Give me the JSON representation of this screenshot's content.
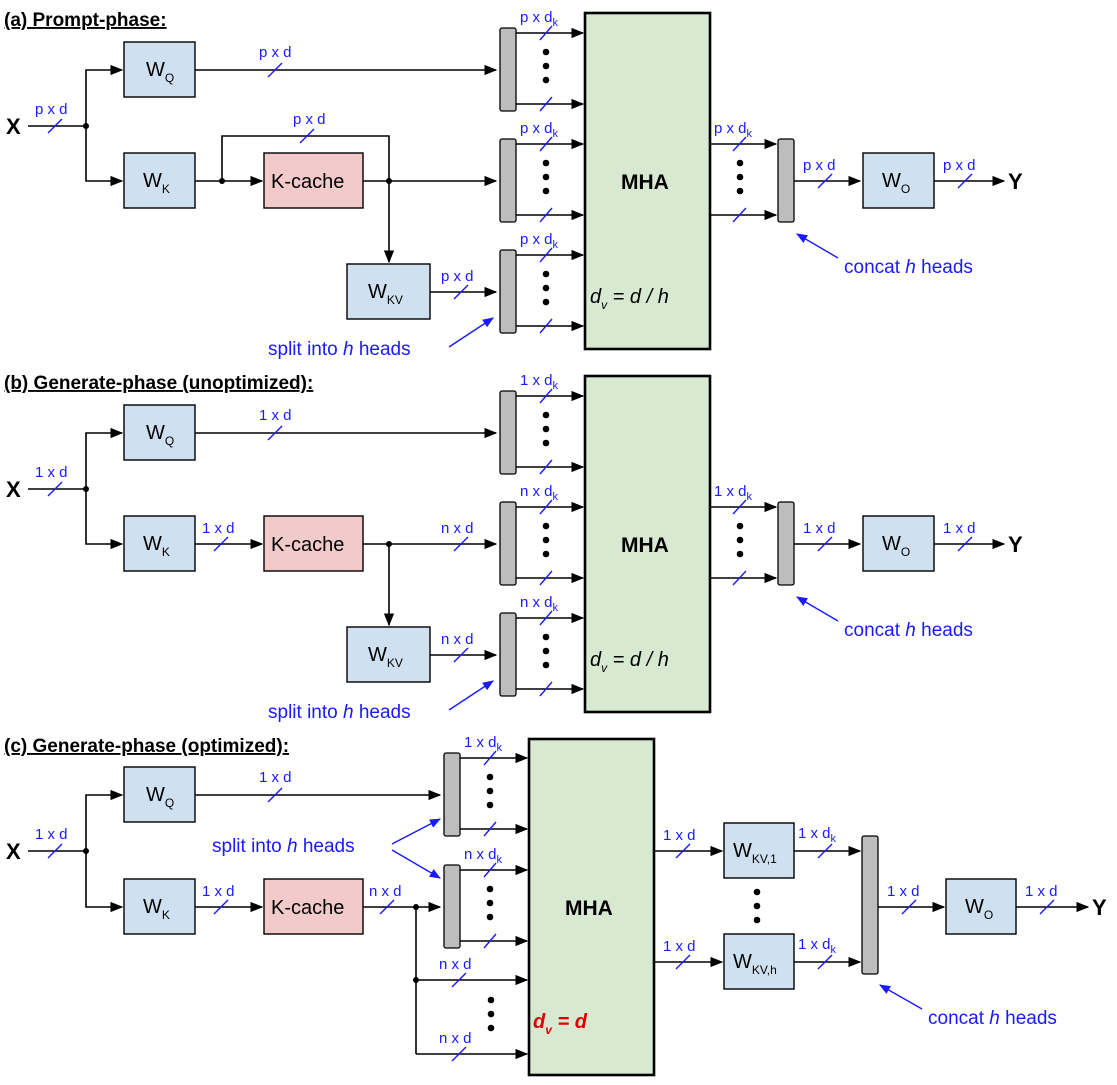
{
  "sections": {
    "a": "(a) Prompt-phase:",
    "b": "(b) Generate-phase (unoptimized):",
    "c": "(c) Generate-phase (optimized):"
  },
  "io": {
    "x": "X",
    "y": "Y"
  },
  "blocks": {
    "w": "W",
    "q": "Q",
    "k": "K",
    "kv": "KV",
    "o": "O",
    "kv1": "KV,1",
    "kvh": "KV,h",
    "kcache": "K-cache",
    "mha": "MHA"
  },
  "dims": {
    "pxd": "p x d",
    "pxdk": "p x d",
    "k": "k",
    "onexd": "1 x d",
    "onexdk": "1 x d",
    "nxd": "n x d",
    "nxdk": "n x d"
  },
  "notes": {
    "concat_pre": "concat ",
    "concat_h": "h",
    "concat_post": " heads",
    "split_pre": "split into ",
    "split_h": "h",
    "split_post": " heads"
  },
  "dv": {
    "d": "d",
    "v": "v",
    "eq_dh": " = d / h",
    "eq_d": " = d"
  },
  "colors": {
    "weight_block": "#cfe0f1",
    "kcache_block": "#f2caca",
    "mha_block": "#d7e9d1",
    "split_bar": "#bdbdbd",
    "dimension_text": "#1a1aff",
    "highlight": "#e00000"
  }
}
